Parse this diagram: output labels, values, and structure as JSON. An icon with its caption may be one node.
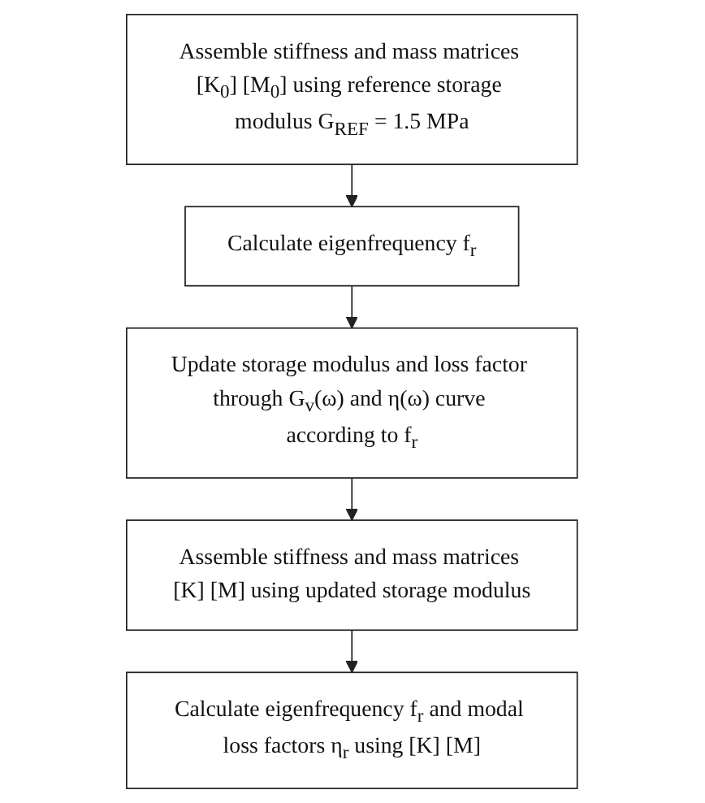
{
  "diagram": {
    "nodes": [
      {
        "text": [
          "Assemble stiffness and mass matrices [K$_{0}$] [M$_{0}$] using reference storage modulus G$_{REF}$ = 1.5 MPa"
        ]
      },
      {
        "text": [
          "Calculate eigenfrequency f$_{r}$"
        ]
      },
      {
        "text": [
          "Update storage modulus and loss factor through G$_{v}$(ω) and η(ω) curve according to f$_{r}$"
        ]
      },
      {
        "text": [
          "Assemble stiffness and mass matrices [K] [M] using updated storage modulus"
        ]
      },
      {
        "text": [
          "Calculate eigenfrequency f$_{r}$ and modal loss factors η$_{r}$ using [K] [M]"
        ]
      }
    ],
    "edges": [
      {
        "from": 0,
        "to": 1,
        "arrow": "to"
      },
      {
        "from": 1,
        "to": 2,
        "arrow": "to"
      },
      {
        "from": 2,
        "to": 3,
        "arrow": "to"
      },
      {
        "from": 3,
        "to": 4,
        "arrow": "to"
      }
    ]
  }
}
